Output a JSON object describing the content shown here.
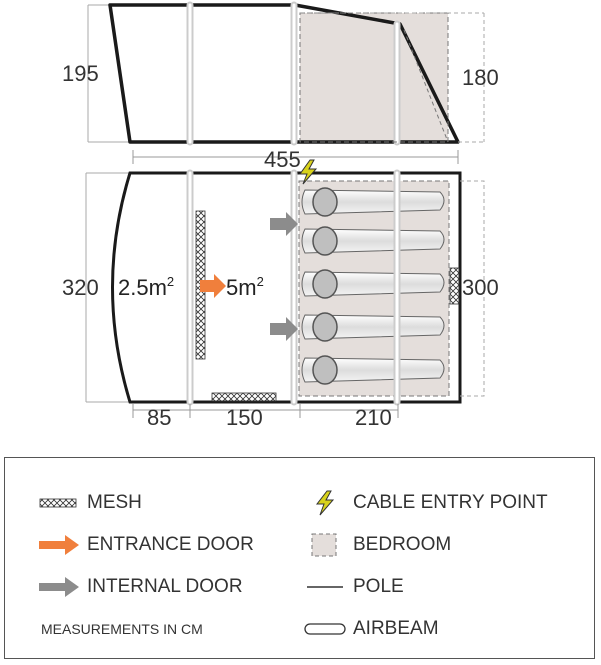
{
  "elevation": {
    "height_front": "195",
    "height_rear": "180",
    "length": "455"
  },
  "floorplan": {
    "width": "320",
    "bedroom_width": "300",
    "porch_depth": "85",
    "living_depth": "150",
    "bedroom_depth": "210",
    "porch_area": "2.5m",
    "living_area": "5m",
    "area_sup": "2"
  },
  "legend": {
    "items": [
      {
        "name": "mesh",
        "label": "MESH"
      },
      {
        "name": "cable-entry-point",
        "label": "CABLE ENTRY POINT"
      },
      {
        "name": "entrance-door",
        "label": "ENTRANCE DOOR"
      },
      {
        "name": "bedroom",
        "label": "BEDROOM"
      },
      {
        "name": "internal-door",
        "label": "INTERNAL DOOR"
      },
      {
        "name": "pole",
        "label": "POLE"
      },
      {
        "name": "airbeam",
        "label": "AIRBEAM"
      }
    ],
    "note": "MEASUREMENTS IN CM"
  },
  "colors": {
    "outline": "#1a1a1a",
    "bedroom_fill": "#e4dedb",
    "entrance_door": "#f07f3c",
    "internal_door": "#8c8c8c",
    "cable_entry": "#d8d21c",
    "dimension_line": "#999999"
  }
}
